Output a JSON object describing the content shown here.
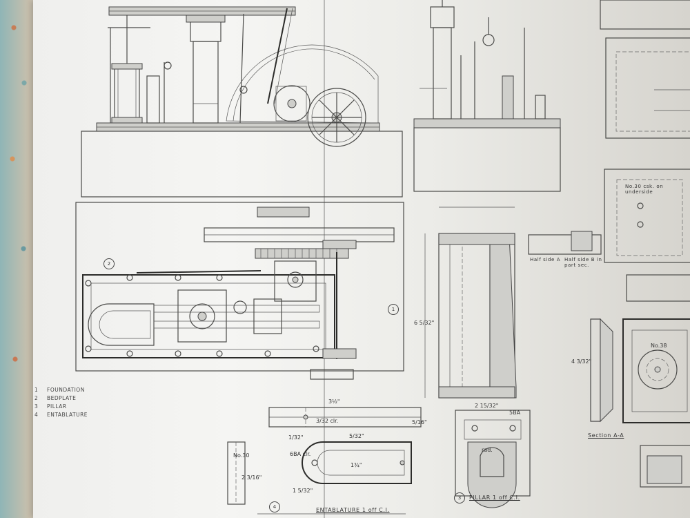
{
  "legend": {
    "items": [
      {
        "num": "1",
        "label": "FOUNDATION"
      },
      {
        "num": "2",
        "label": "BEDPLATE"
      },
      {
        "num": "3",
        "label": "PILLAR"
      },
      {
        "num": "4",
        "label": "ENTABLATURE"
      }
    ]
  },
  "captions": {
    "entablature": "ENTABLATURE   1 off  C.I.",
    "pillar": "PILLAR   1 off  C.I.",
    "section": "Section A-A",
    "half_side_a": "Half side A",
    "half_side_b": "Half side B in part sec.",
    "counterbore": "No.30 csk. on underside"
  },
  "part_marks": {
    "one": "1",
    "two": "2",
    "three": "3",
    "four": "4"
  },
  "dimensions": {
    "d_3_1_2": "3½\"",
    "d_2_15_32": "2 15/32\"",
    "d_6_5_32": "6 5/32\"",
    "d_1_32": "1/32\"",
    "d_5_32": "5/32\"",
    "d_1_5_32": "1 5/32\"",
    "d_5ba": "5BA",
    "d_6ba": "6BA clr.",
    "d_no30": "No.30",
    "d_no38": "No.38",
    "d_rad": "rad.",
    "d_3_32_clr": "3/32 clr.",
    "d_5_16": "5/16\"",
    "d_1_3_4": "1¾\"",
    "d_4_3_32": "4 3/32\"",
    "d_2_3_16": "2 3/16\""
  }
}
